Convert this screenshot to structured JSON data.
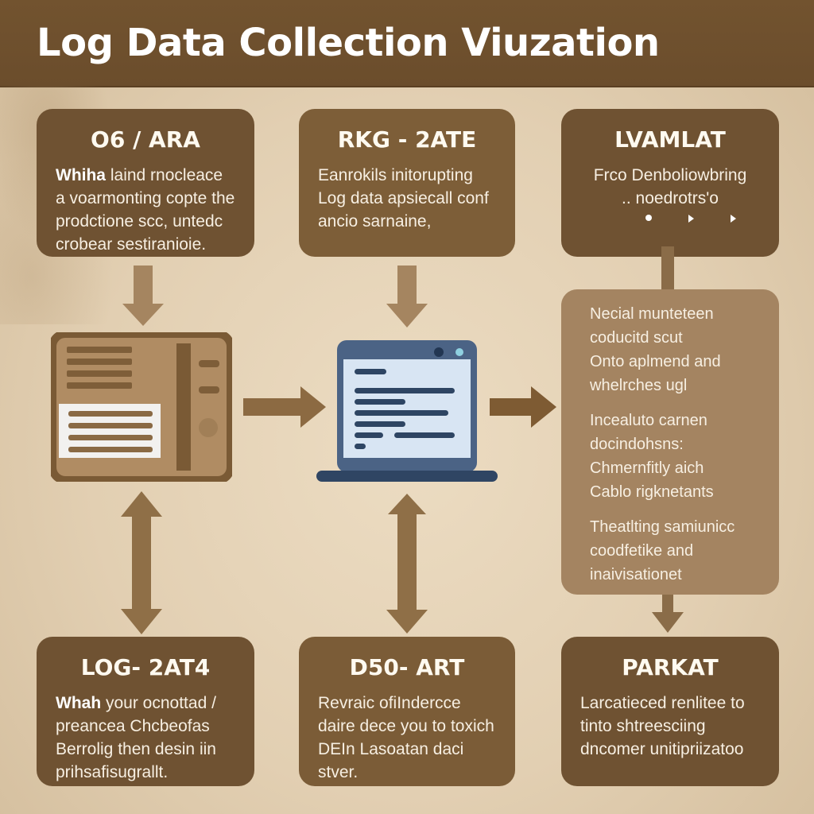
{
  "header": {
    "title": "Log Data Collection Viuzation"
  },
  "colors": {
    "header_bg": "#6f512e",
    "card_dark": "#6f5232",
    "card_light": "#a48461",
    "arrow": "#8c6a42",
    "laptop_frame": "#4a6283",
    "laptop_screen": "#d6e4f2",
    "background": "#e6d5b9"
  },
  "cards": {
    "top_left": {
      "title": "O6 / ARA",
      "lead": "Whiha",
      "body": "laind rnocleace a voarmonting copte the prodctione scc, untedc crobear sestiranioie."
    },
    "top_middle": {
      "title": "RKG - 2ATE",
      "body": "Eanrokils initorupting Log data apsiecall conf ancio sarnaine,"
    },
    "top_right": {
      "title": "LVAMLAT",
      "line1": "Frco Denboliowbring",
      "line2": ".. noedrotrs'o"
    },
    "side_panel": {
      "para1": [
        "Necial munteteen",
        "coducitd scut",
        "Onto aplmend and",
        "whelrches ugl"
      ],
      "para2": [
        "Incealuto carnen",
        "docindohsns:",
        "Chmernfitly aich",
        "Cablo rigknetants"
      ],
      "para3": [
        "Theatlting samiunicc",
        "coodfetike and",
        "inaivisationet"
      ]
    },
    "bottom_left": {
      "title": "LOG- 2AT4",
      "lead": "Whah",
      "body": "your ocnottad / preancea Chcbeofas Berrolig then desin iin prihsafisugrallt."
    },
    "bottom_middle": {
      "title": "D50- ART",
      "body": "Revraic ofiIndercce daire dece you to toxich DEIn Lasoatan daci stver."
    },
    "bottom_right": {
      "title": "PARKAT",
      "body": "Larcatieced renlitee to tinto shtreesciing dncomer unitipriizatoo"
    }
  },
  "icons": {
    "left": "log-document-panel-icon",
    "middle": "laptop-log-viewer-icon"
  }
}
